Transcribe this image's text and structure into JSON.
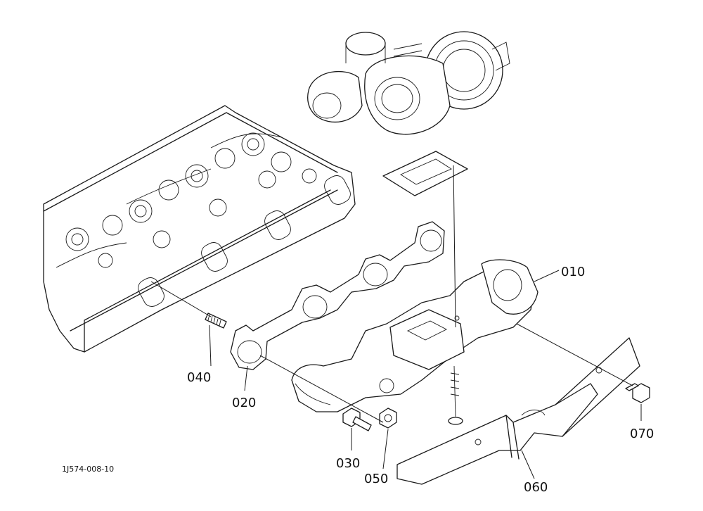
{
  "drawing_ref": "1J574-008-10",
  "parts": [
    {
      "id": "010"
    },
    {
      "id": "020"
    },
    {
      "id": "030"
    },
    {
      "id": "040"
    },
    {
      "id": "050"
    },
    {
      "id": "060"
    },
    {
      "id": "070"
    }
  ]
}
